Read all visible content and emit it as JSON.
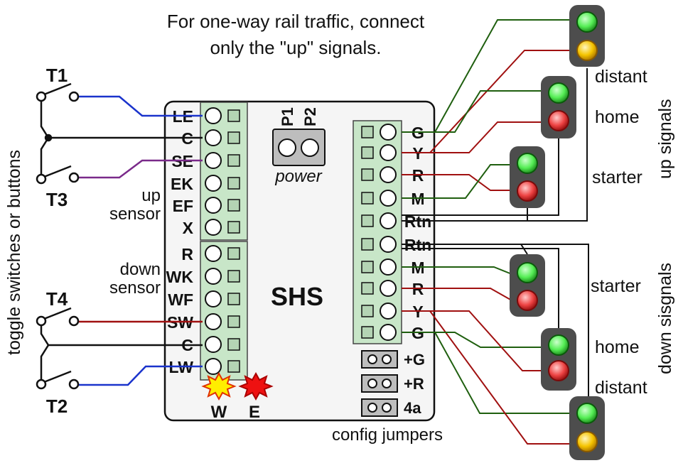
{
  "note": {
    "line1": "For one-way rail traffic, connect",
    "line2": "only the \"up\" signals."
  },
  "board": {
    "title": "SHS",
    "power_label": "power",
    "power_pins": [
      "P1",
      "P2"
    ],
    "left_terminals": [
      "LE",
      "C",
      "SE",
      "EK",
      "EF",
      "X",
      "R",
      "WK",
      "WF",
      "SW",
      "C",
      "LW"
    ],
    "right_terminals": [
      "G",
      "Y",
      "R",
      "M",
      "Rtn",
      "Rtn",
      "M",
      "R",
      "Y",
      "G"
    ],
    "up_sensor_label": [
      "up",
      "sensor"
    ],
    "down_sensor_label": [
      "down",
      "sensor"
    ],
    "indicator_w": "W",
    "indicator_e": "E",
    "jumpers": [
      "+G",
      "+R",
      "4a"
    ],
    "config_label": "config jumpers"
  },
  "switches": {
    "labels": [
      "T1",
      "T3",
      "T4",
      "T2"
    ],
    "side_label": "toggle switches or buttons"
  },
  "signals": {
    "up_group_label": "up signals",
    "down_group_label": "down sisgnals",
    "up_names": [
      "distant",
      "home",
      "starter"
    ],
    "down_names": [
      "starter",
      "home",
      "distant"
    ]
  },
  "colors": {
    "board_fill": "#f5f5f5",
    "terminal_fill": "#c8e6c8",
    "wire_blue": "#1a33cc",
    "wire_purple": "#7a2a8a",
    "wire_green": "#1f5f0f",
    "wire_red": "#a01010",
    "lamp_green": "#55ee55",
    "lamp_red": "#ee4444",
    "lamp_yellow": "#f5c400",
    "signal_head": "#4d4d4d"
  }
}
